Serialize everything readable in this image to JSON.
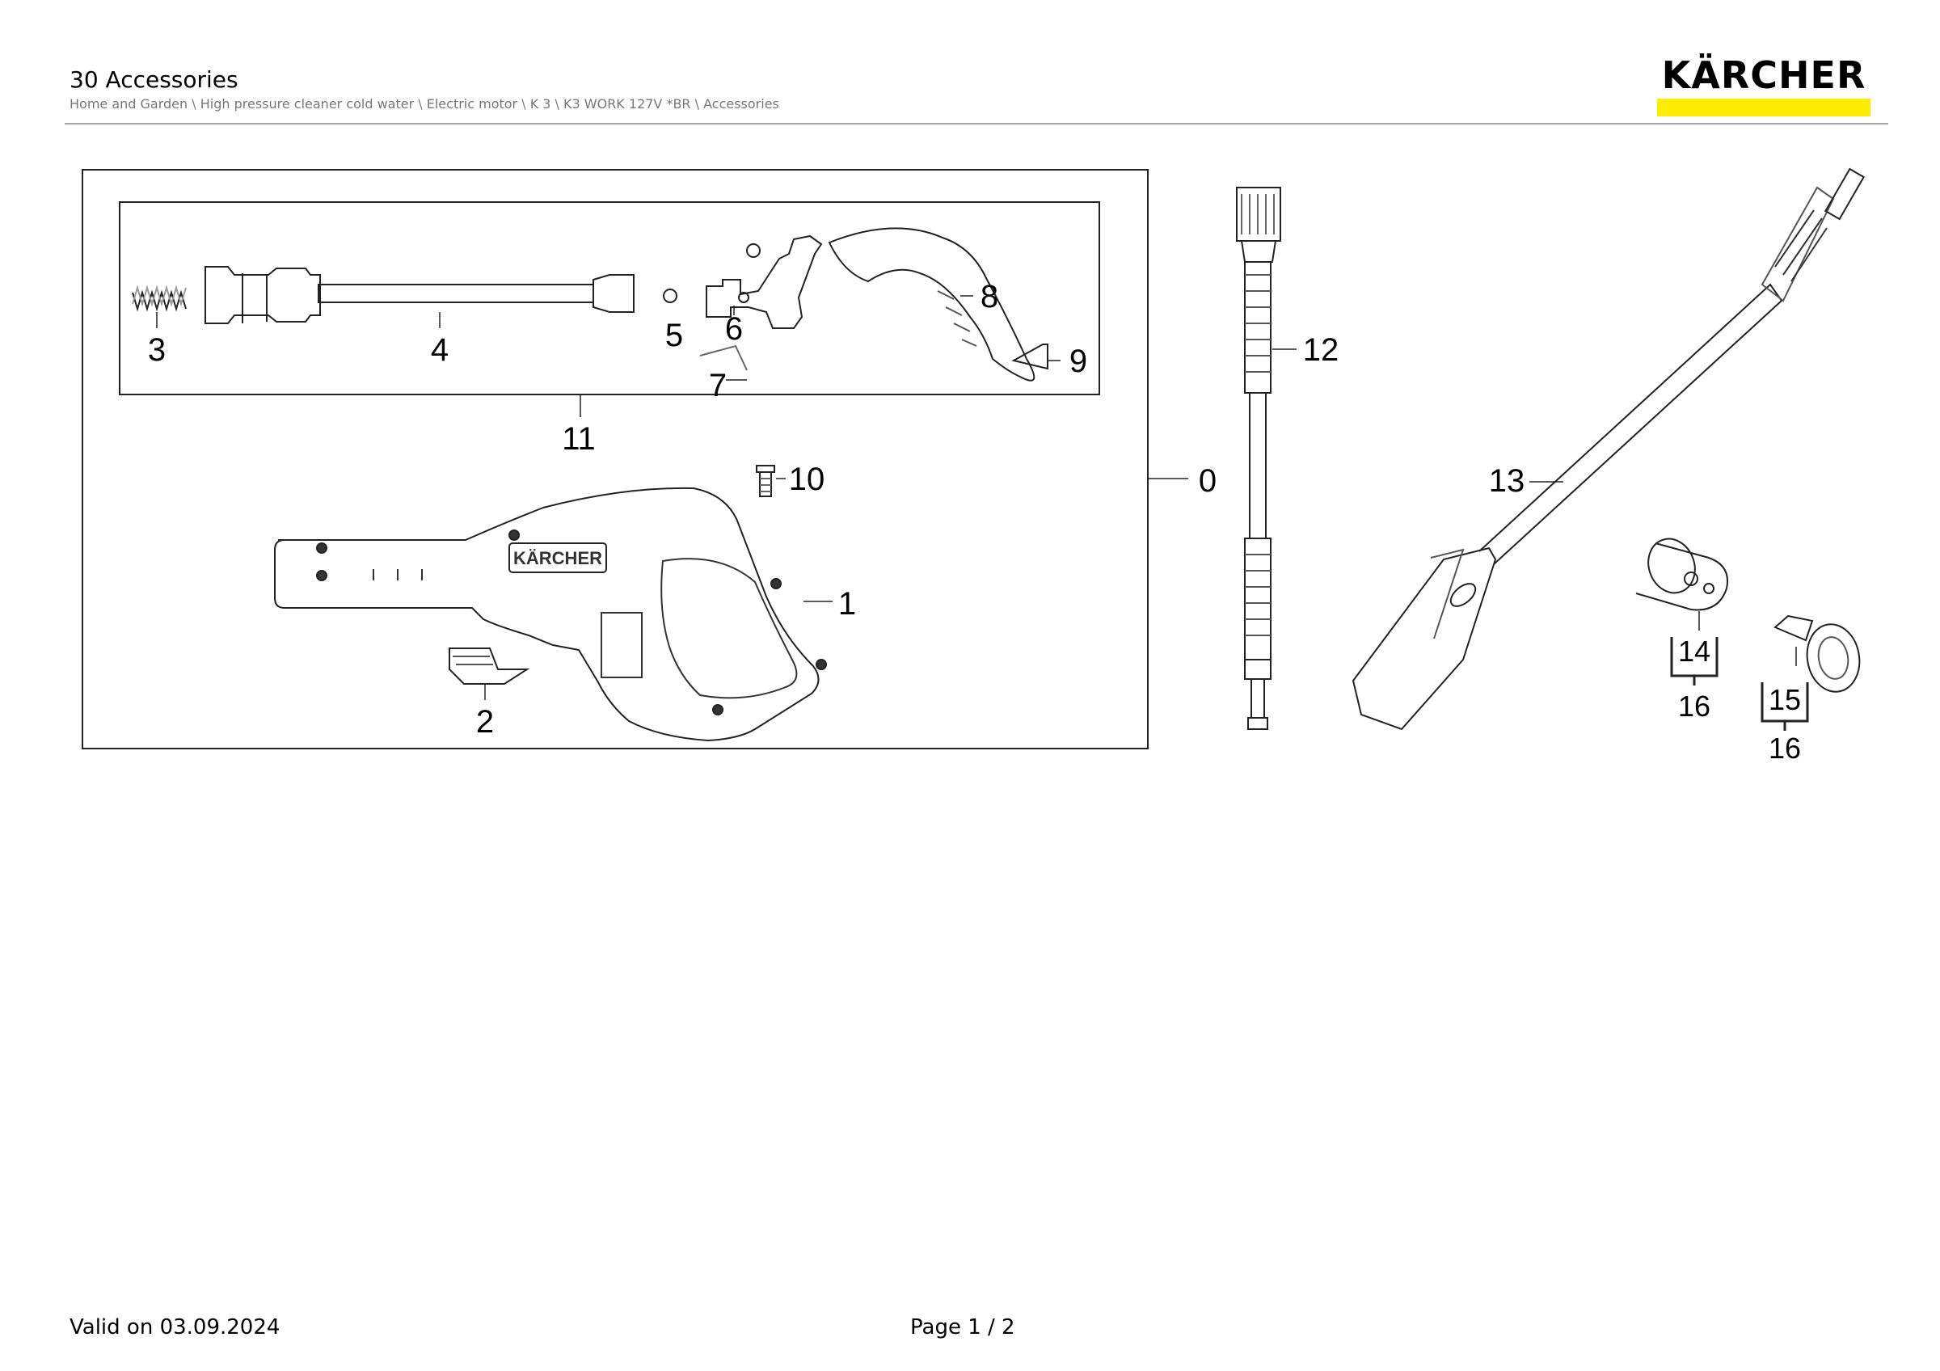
{
  "header": {
    "title": "30 Accessories",
    "breadcrumb": "Home and Garden \\ High pressure cleaner cold water \\ Electric motor \\ K 3 \\ K3 WORK 127V *BR \\ Accessories",
    "logo": "KÄRCHER",
    "brand_color": "#ffed00"
  },
  "callouts": {
    "c0": "0",
    "c1": "1",
    "c2": "2",
    "c3": "3",
    "c4": "4",
    "c5": "5",
    "c6": "6",
    "c7": "7",
    "c8": "8",
    "c9": "9",
    "c10": "10",
    "c11": "11",
    "c12": "12",
    "c13": "13",
    "c14": "14",
    "c15": "15",
    "c16a": "16",
    "c16b": "16"
  },
  "gun_label": "KÄRCHER",
  "footer": {
    "valid": "Valid on 03.09.2024",
    "page": "Page 1 / 2"
  }
}
